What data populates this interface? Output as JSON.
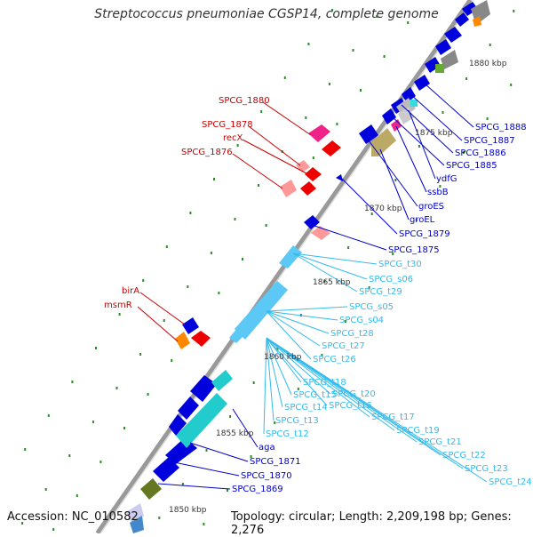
{
  "title": "Streptococcus pneumoniae CGSP14, complete genome",
  "footer": {
    "accession": "Accession: NC_010582",
    "topology": "Topology: circular; Length: 2,209,198 bp; Genes: 2,276"
  },
  "scale_labels": [
    "1880 kbp",
    "1875 kbp",
    "1870 kbp",
    "1865 kbp",
    "1860 kbp",
    "1855 kbp",
    "1850 kbp"
  ],
  "red_labels": [
    "SPCG_1880",
    "SPCG_1878",
    "recX",
    "SPCG_1876",
    "birA",
    "msmR"
  ],
  "blue_labels": [
    "SPCG_1888",
    "SPCG_1887",
    "SPCG_1886",
    "SPCG_1885",
    "ydfG",
    "ssbB",
    "groES",
    "groEL",
    "SPCG_1879",
    "SPCG_1875",
    "aga",
    "SPCG_1871",
    "SPCG_1870",
    "SPCG_1869"
  ],
  "cyan_labels": [
    "SPCG_t30",
    "SPCG_s06",
    "SPCG_t29",
    "SPCG_s05",
    "SPCG_s04",
    "SPCG_t28",
    "SPCG_t27",
    "SPCG_t26",
    "SPCG_t18",
    "SPCG_t15",
    "SPCG_t20",
    "SPCG_t14",
    "SPCG_t16",
    "SPCG_t13",
    "SPCG_t17",
    "SPCG_t12",
    "SPCG_t19",
    "SPCG_t21",
    "SPCG_t22",
    "SPCG_t23",
    "SPCG_t24"
  ],
  "colors": {
    "backbone": "#8a8a8a",
    "dots": "#2e8b2e",
    "forward_gene": "#e60000",
    "reverse_gene": "#0000dd",
    "rna": "#5bc8f5",
    "label_red": "#cc0000",
    "label_blue": "#0000cc",
    "label_cyan": "#33bbee"
  }
}
